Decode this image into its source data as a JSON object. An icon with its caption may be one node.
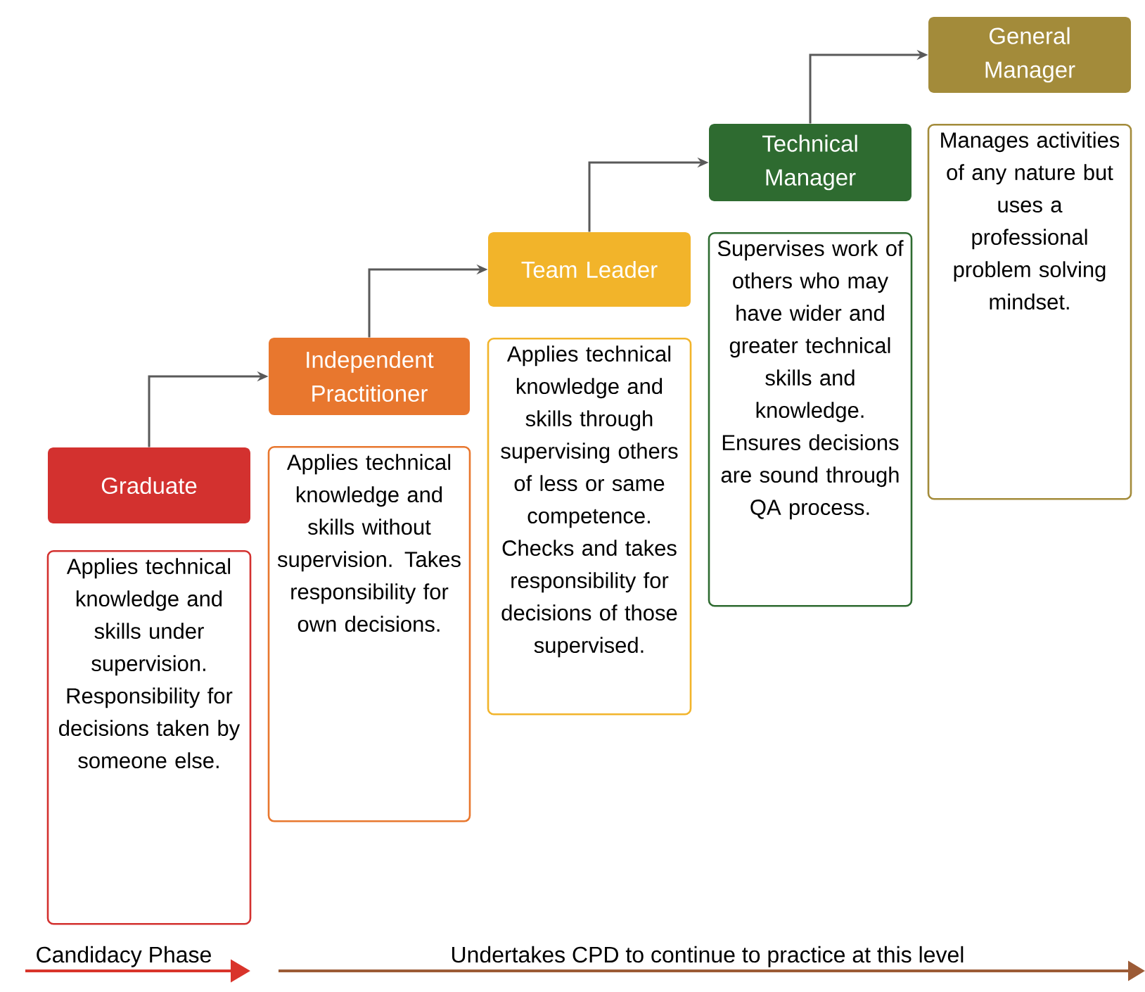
{
  "diagram": {
    "nodes": [
      {
        "text": [
          "Graduate"
        ]
      },
      {
        "text": [
          "Applies technical knowledge and skills under supervision. Responsibility for decisions taken by someone else."
        ]
      },
      {
        "text": [
          "Independent Practitioner"
        ]
      },
      {
        "text": [
          "Applies technical knowledge and skills without supervision. Takes responsibility for own decisions."
        ]
      },
      {
        "text": [
          "Team Leader"
        ]
      },
      {
        "text": [
          "Applies technical knowledge and skills through supervising others of less or same competence. Checks and takes responsibility for decisions of those supervised."
        ]
      },
      {
        "text": [
          "Technical Manager"
        ]
      },
      {
        "text": [
          "Supervises work of others who may have wider and greater technical skills and knowledge. Ensures decisions are sound through QA process."
        ]
      },
      {
        "text": [
          "General Manager"
        ]
      },
      {
        "text": [
          "Manages activities of any nature but uses a professional problem solving mindset."
        ]
      }
    ],
    "edges": [
      {
        "from": 0,
        "to": 2,
        "arrow": "to"
      },
      {
        "from": 2,
        "to": 4,
        "arrow": "to"
      },
      {
        "from": 4,
        "to": 6,
        "arrow": "to"
      },
      {
        "from": 6,
        "to": 8,
        "arrow": "to"
      }
    ],
    "labels": [
      "Candidacy Phase",
      "Undertakes CPD to continue to practice at this level"
    ]
  }
}
